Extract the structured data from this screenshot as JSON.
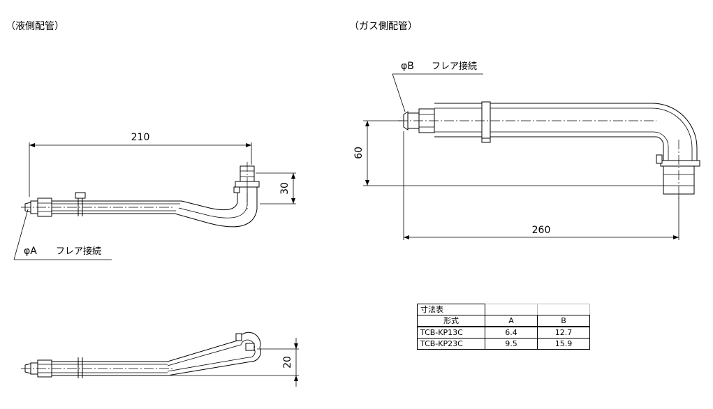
{
  "titles": {
    "liquid": "（液側配管）",
    "gas": "（ガス側配管）"
  },
  "labels": {
    "phi_a": "φA",
    "phi_b": "φB",
    "flare": "フレア接続"
  },
  "dimensions": {
    "liquid_length": "210",
    "liquid_height": "30",
    "liquid_side_height": "20",
    "gas_height": "60",
    "gas_length": "260"
  },
  "table": {
    "title": "寸法表",
    "headers": [
      "形式",
      "A",
      "B"
    ],
    "rows": [
      [
        "TCB-KP13C",
        "6.4",
        "12.7"
      ],
      [
        "TCB-KP23C",
        "9.5",
        "15.9"
      ]
    ]
  }
}
